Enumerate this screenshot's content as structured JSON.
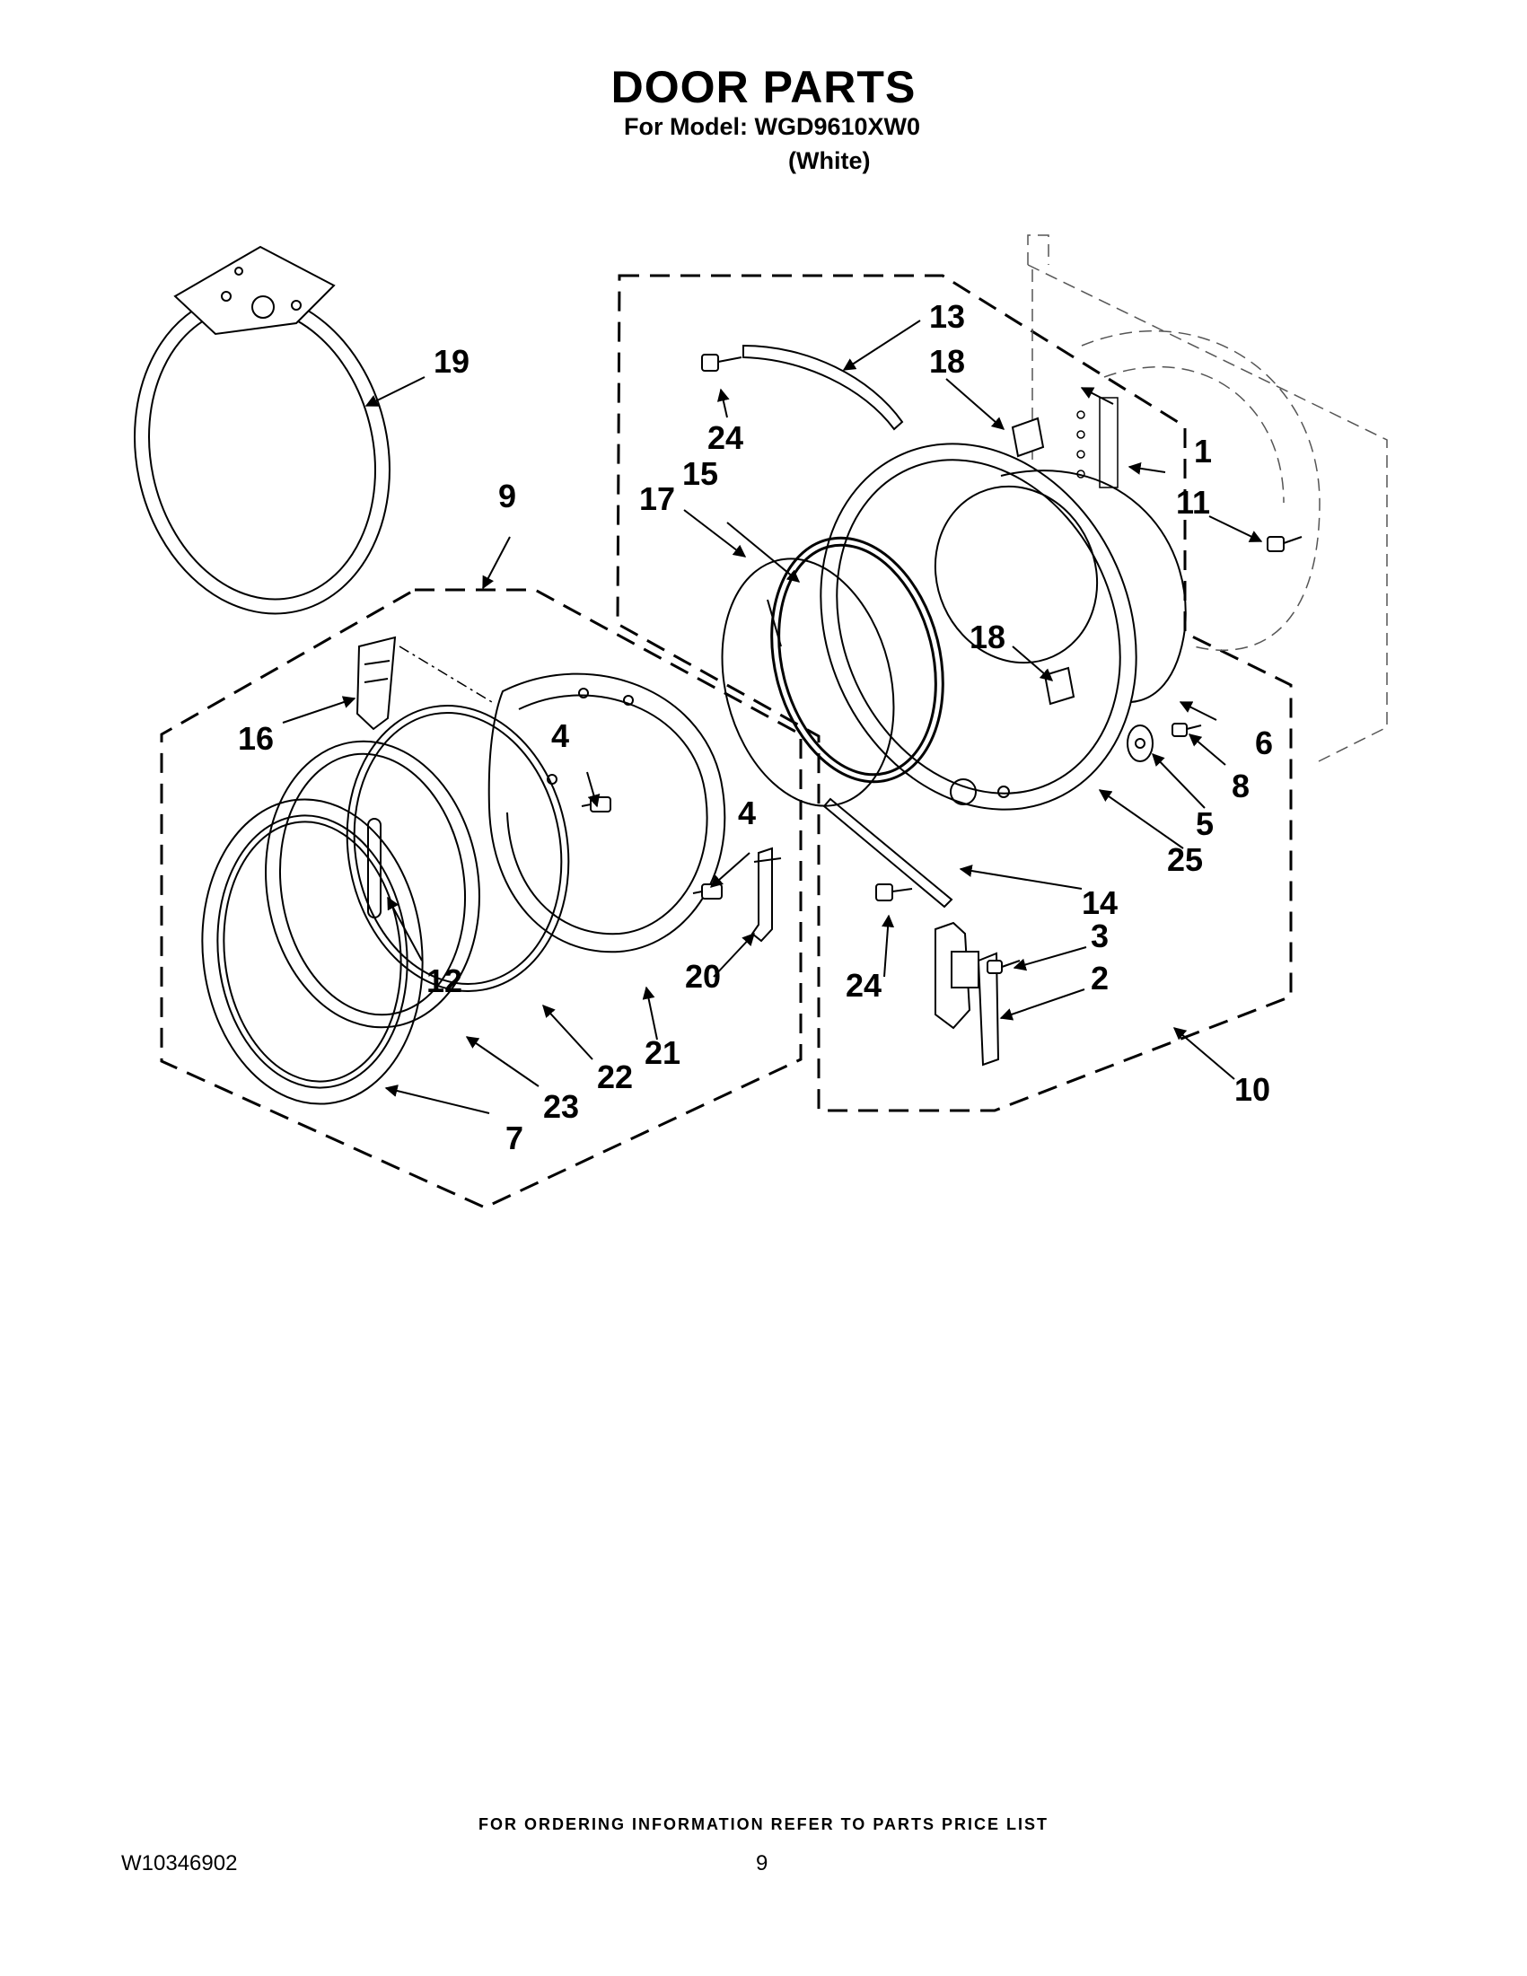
{
  "header": {
    "title": "DOOR PARTS",
    "model_line": "For Model: WGD9610XW0",
    "color_line": "(White)"
  },
  "callouts": [
    "1",
    "2",
    "3",
    "4",
    "4",
    "5",
    "6",
    "7",
    "8",
    "9",
    "10",
    "11",
    "12",
    "13",
    "14",
    "15",
    "16",
    "17",
    "18",
    "18",
    "19",
    "20",
    "21",
    "22",
    "23",
    "24",
    "24",
    "25"
  ],
  "footer": {
    "ordering_note": "FOR ORDERING INFORMATION REFER TO PARTS PRICE LIST",
    "doc_number": "W10346902",
    "page_number": "9"
  }
}
